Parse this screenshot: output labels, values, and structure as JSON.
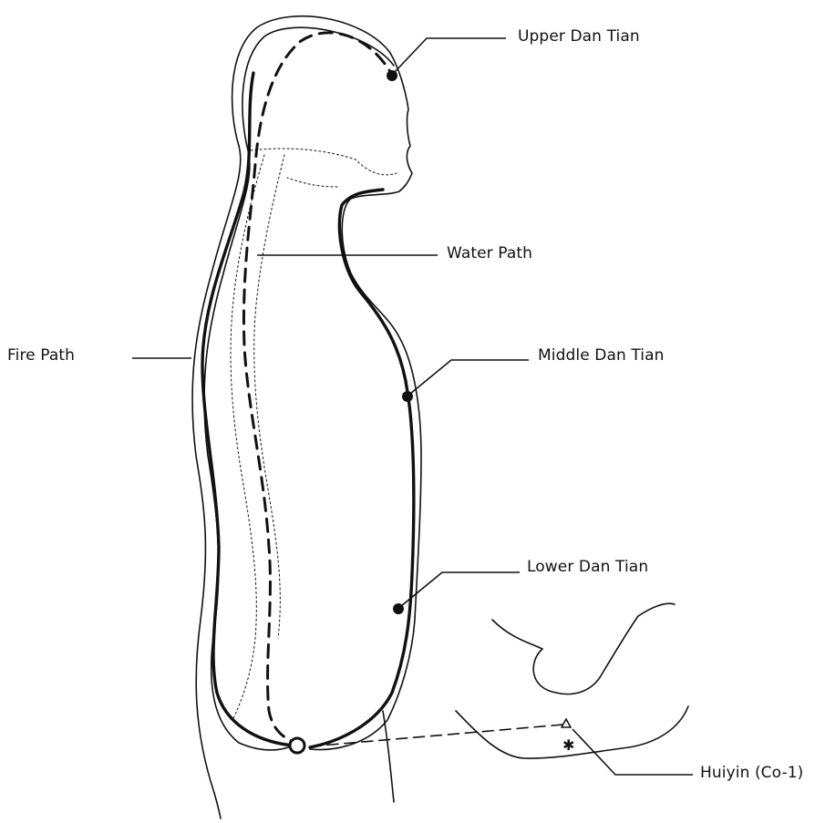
{
  "labels": {
    "upper_dan_tian": "Upper Dan Tian",
    "water_path": "Water Path",
    "fire_path": "Fire Path",
    "middle_dan_tian": "Middle Dan Tian",
    "lower_dan_tian": "Lower Dan Tian",
    "huiyin": "Huiyin (Co-1)"
  },
  "colors": {
    "ink": "#111111",
    "background": "#ffffff"
  }
}
